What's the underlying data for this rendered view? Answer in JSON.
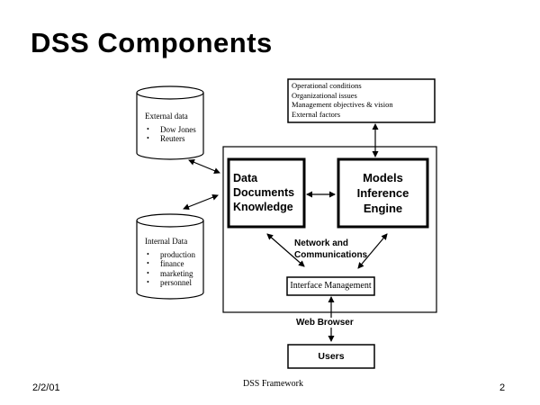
{
  "slide": {
    "title": "DSS Components",
    "footer_date": "2/2/01",
    "footer_center": "DSS Framework",
    "page_number": "2"
  },
  "external_db": {
    "title": "External data",
    "items": [
      "Dow Jones",
      "Reuters"
    ]
  },
  "internal_db": {
    "title": "Internal Data",
    "items": [
      "production",
      "finance",
      "marketing",
      "personnel"
    ]
  },
  "conditions_box": {
    "lines": [
      "Operational conditions",
      "Organizational issues",
      "Management objectives & vision",
      "External factors"
    ]
  },
  "data_box": {
    "lines": [
      "Data",
      "Documents",
      "Knowledge"
    ]
  },
  "models_box": {
    "lines": [
      "Models",
      "Inference",
      "Engine"
    ]
  },
  "network_label": {
    "line1": "Network  and",
    "line2": "Communications"
  },
  "interface_box": {
    "label": "Interface Management"
  },
  "web_browser_label": "Web Browser",
  "users_box": {
    "label": "Users"
  }
}
